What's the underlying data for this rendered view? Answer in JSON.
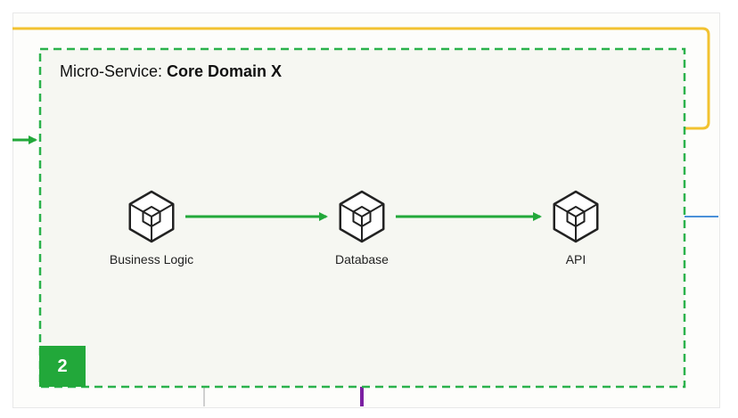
{
  "service": {
    "prefix": "Micro-Service: ",
    "name": "Core Domain X"
  },
  "nodes": [
    {
      "label": "Business Logic",
      "icon": "cube-icon"
    },
    {
      "label": "Database",
      "icon": "cube-icon"
    },
    {
      "label": "API",
      "icon": "cube-icon"
    }
  ],
  "badge": "2",
  "colors": {
    "boundary": "#2bb24c",
    "arrow": "#22a83a",
    "yellow_connector": "#f2c230",
    "blue_connector": "#4a90d9",
    "purple_connector": "#7b1fa2",
    "icon_stroke": "#222222",
    "panel_bg": "#f6f7f2"
  }
}
